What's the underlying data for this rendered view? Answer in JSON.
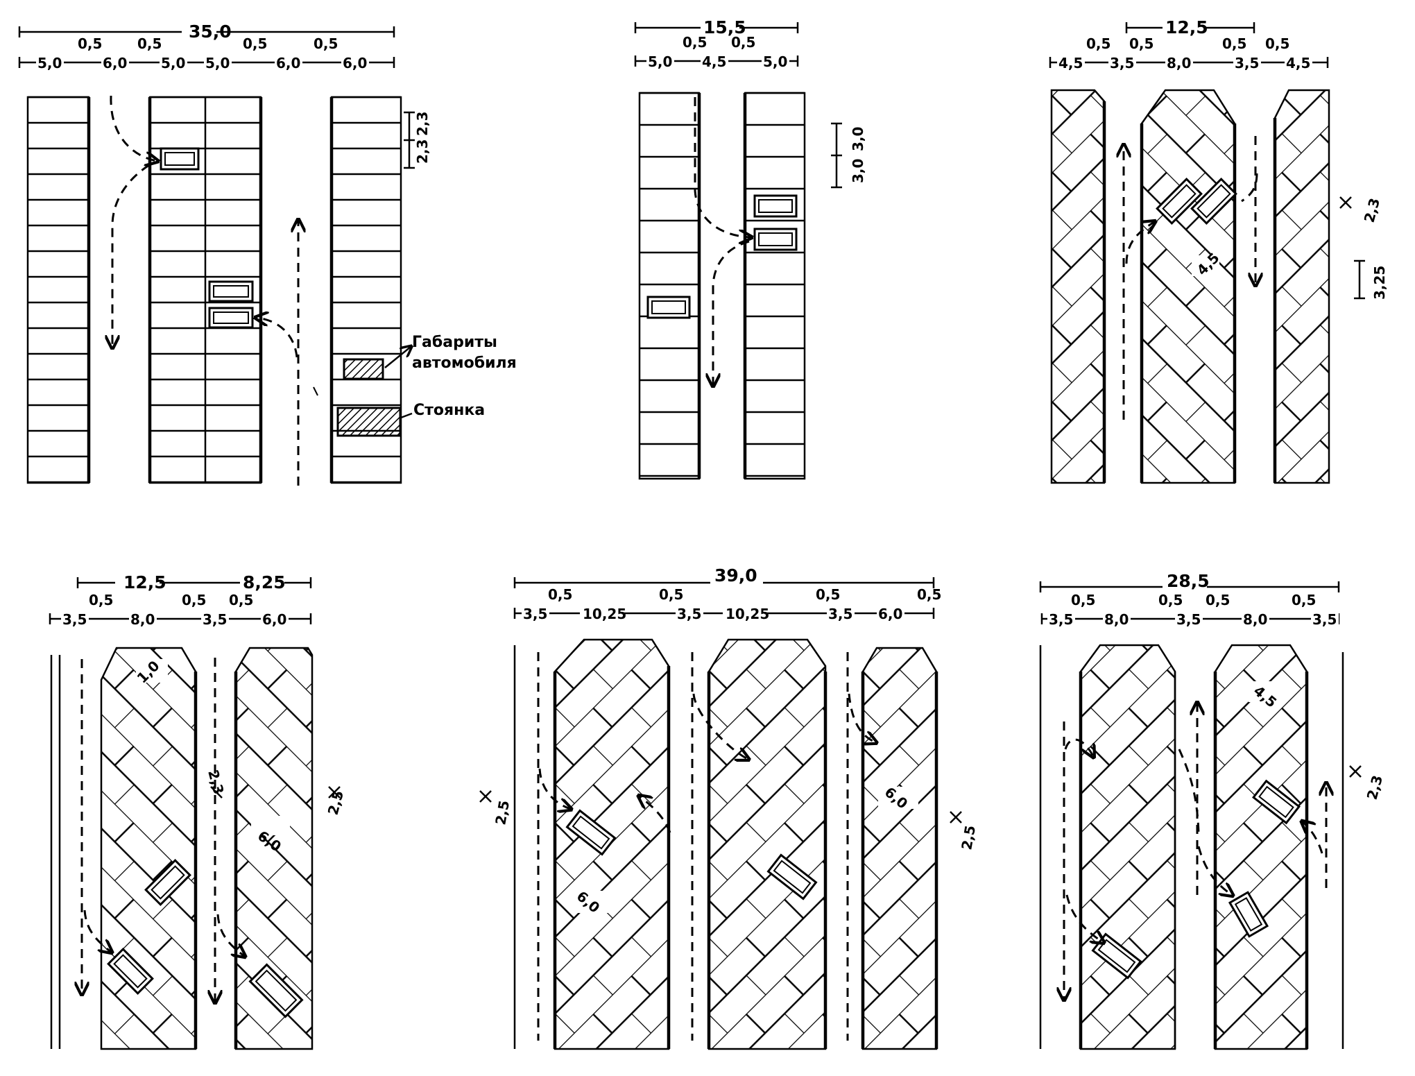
{
  "legend": {
    "car_label_1": "Габариты",
    "car_label_2": "автомобиля",
    "parking_label": "Стоянка"
  },
  "layouts": [
    {
      "total": "35,0",
      "gaps": [
        "0,5",
        "0,5",
        "0,5",
        "0,5"
      ],
      "widths": [
        "5,0",
        "6,0",
        "5,0",
        "5,0",
        "6,0",
        "6,0"
      ],
      "stall": [
        "2,3",
        "2,3"
      ]
    },
    {
      "total": "15,5",
      "gaps": [
        "0,5",
        "0,5"
      ],
      "widths": [
        "5,0",
        "4,5",
        "5,0"
      ],
      "stall": [
        "3,0",
        "3,0"
      ]
    },
    {
      "total": "12,5",
      "gaps": [
        "0,5",
        "0,5",
        "0,5",
        "0,5"
      ],
      "widths": [
        "4,5",
        "3,5",
        "8,0",
        "3,5",
        "4,5"
      ],
      "stall": [
        "2,3",
        "3,25",
        "4,5"
      ]
    },
    {
      "total": "12,5",
      "total2": "8,25",
      "gaps": [
        "0,5",
        "0,5",
        "0,5"
      ],
      "widths": [
        "3,5",
        "8,0",
        "3,5",
        "6,0"
      ],
      "stall": [
        "1,0",
        "2,3",
        "2,5",
        "6,0"
      ]
    },
    {
      "total": "39,0",
      "gaps": [
        "0,5",
        "0,5",
        "0,5",
        "0,5"
      ],
      "widths": [
        "3,5",
        "10,25",
        "3,5",
        "10,25",
        "3,5",
        "6,0"
      ],
      "stall": [
        "2,5",
        "6,0",
        "6,0",
        "2,5"
      ]
    },
    {
      "total": "28,5",
      "gaps": [
        "0,5",
        "0,5",
        "0,5",
        "0,5"
      ],
      "widths": [
        "3,5",
        "8,0",
        "3,5",
        "8,0",
        "3,5"
      ],
      "stall": [
        "4,5",
        "2,3"
      ]
    }
  ]
}
